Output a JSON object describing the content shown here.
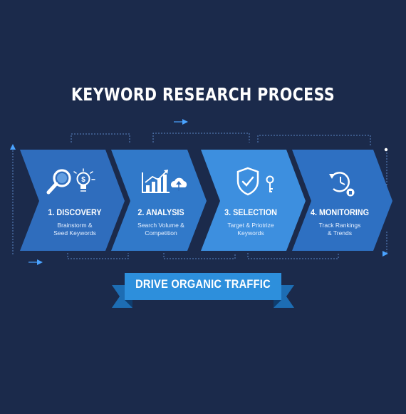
{
  "title": "KEYWORD RESEARCH PROCESS",
  "steps": [
    {
      "title": "1. DISCOVERY",
      "subtitle": "Brainstorm &\nSeed Keywords",
      "icon": "magnifier-lightbulb-icon"
    },
    {
      "title": "2. ANALYSIS",
      "subtitle": "Search Volume &\nCompetition",
      "icon": "bar-chart-cloud-icon"
    },
    {
      "title": "3. SELECTION",
      "subtitle": "Target & Priotrize\nKeywords",
      "icon": "shield-check-key-icon"
    },
    {
      "title": "4. MONITORING",
      "subtitle": "Track Rankings\n& Trends",
      "icon": "clock-refresh-icon"
    }
  ],
  "banner": "DRIVE ORGANIC TRAFFIC",
  "colors": {
    "background": "#1b2a4b",
    "chevron_dark": "#2f6dbd",
    "chevron_light": "#3d8fdf",
    "accent": "#4aa3ff",
    "banner": "#2d8fdc"
  }
}
